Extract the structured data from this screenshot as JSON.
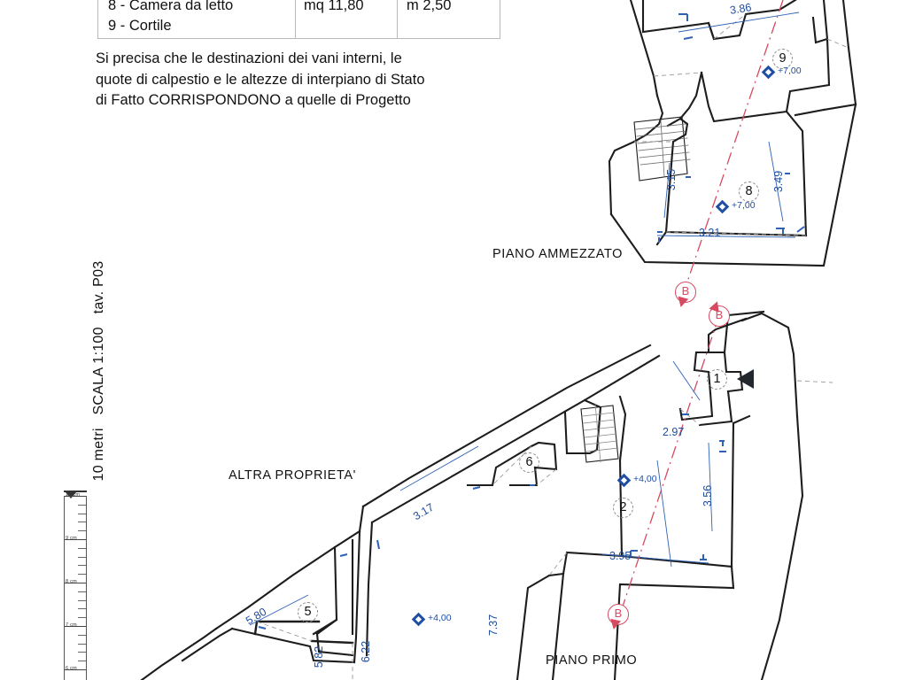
{
  "document": {
    "scale_note": "SCALA 1:100",
    "sheet": "tav. P03",
    "scale_bar_label": "10 metri"
  },
  "legend_table": {
    "rows": [
      {
        "name": "8 - Camera da letto",
        "surface": "mq 11,80",
        "height": "m 2,50"
      },
      {
        "name": "9 - Cortile",
        "surface": "",
        "height": ""
      }
    ]
  },
  "note": {
    "line1": "Si precisa che le destinazioni dei vani interni, le",
    "line2": "quote di calpestio e le altezze di interpiano di Stato",
    "line3": "di Fatto CORRISPONDONO a quelle di Progetto"
  },
  "ruler": {
    "labels": [
      "10 cm",
      "9 cm",
      "8 cm",
      "7 cm",
      "6 cm"
    ]
  },
  "plan_labels": {
    "mezzanine": "PIANO AMMEZZATO",
    "first_floor": "PIANO PRIMO",
    "other_property": "ALTRA PROPRIETA'"
  },
  "rooms": [
    {
      "id": "room-9",
      "number": "9",
      "level": "+7,00"
    },
    {
      "id": "room-8",
      "number": "8",
      "level": "+7,00"
    },
    {
      "id": "room-1",
      "number": "1",
      "level": ""
    },
    {
      "id": "room-2",
      "number": "2",
      "level": "+4,00"
    },
    {
      "id": "room-6",
      "number": "6",
      "level": ""
    },
    {
      "id": "room-5",
      "number": "5",
      "level": "+4,00"
    }
  ],
  "dimensions": {
    "mezzanine": [
      "3.86",
      "3.15",
      "3.49",
      "3.21"
    ],
    "first_floor": [
      "2.97",
      "3.56",
      "3.95",
      "3.17",
      "7.37",
      "5.80",
      "5.82",
      "6.22"
    ]
  },
  "dimension_values": {
    "d386": "3.86",
    "d315": "3.15",
    "d349": "3.49",
    "d321": "3.21",
    "d297": "2.97",
    "d356": "3.56",
    "d395": "3.95",
    "d317": "3.17",
    "d737": "7.37",
    "d580": "5.80",
    "d582": "5.82",
    "d622": "6.22"
  },
  "levels": {
    "l9": "+7,00",
    "l8": "+7,00",
    "l2": "+4,00",
    "l5": "+4,00"
  },
  "section_markers": {
    "label": "B",
    "count": 3
  },
  "colors": {
    "wall": "#1d1d1d",
    "dimension_blue": "#1f4fa3",
    "section_red": "#d64a62",
    "table_border": "#b9b9b9"
  }
}
